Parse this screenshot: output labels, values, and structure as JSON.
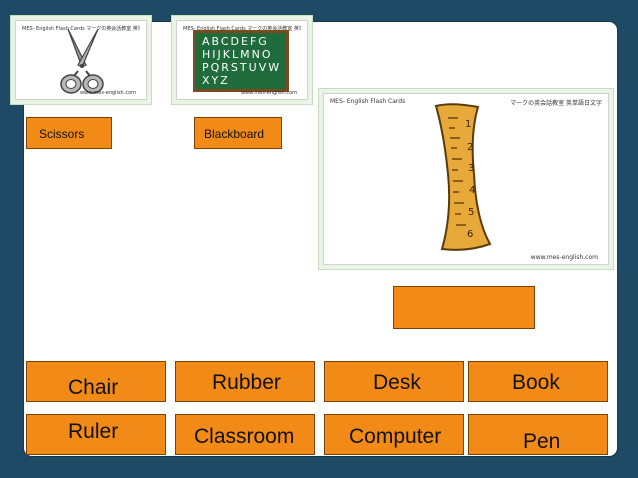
{
  "cards": {
    "scissors": {
      "header": "MES- English    Flash Cards    マークの英会話教室 英単語日文字",
      "footer": "www.mes-english.com"
    },
    "blackboard": {
      "header": "MES- English    Flash Cards    マークの英会話教室 英単語日文字",
      "footer": "www.mes-english.com",
      "rows": [
        "ABCDEFG",
        "HIJKLMNO",
        "PQRSTUVW",
        "XYZ"
      ]
    },
    "ruler": {
      "header_left": "MES- English    Flash Cards",
      "header_right": "マークの英会話教室 英単語日文字",
      "footer": "www.mes-english.com",
      "marks": [
        "1",
        "2",
        "3",
        "4",
        "5",
        "6"
      ]
    }
  },
  "labels": {
    "scissors": "Scissors",
    "blackboard": "Blackboard"
  },
  "words": [
    "Chair",
    "Rubber",
    "Desk",
    "Book",
    "Ruler",
    "Classroom",
    "Computer",
    "Pen"
  ],
  "colors": {
    "background": "#1e4a66",
    "tile": "#f28a17",
    "board": "#1f6b3b"
  }
}
